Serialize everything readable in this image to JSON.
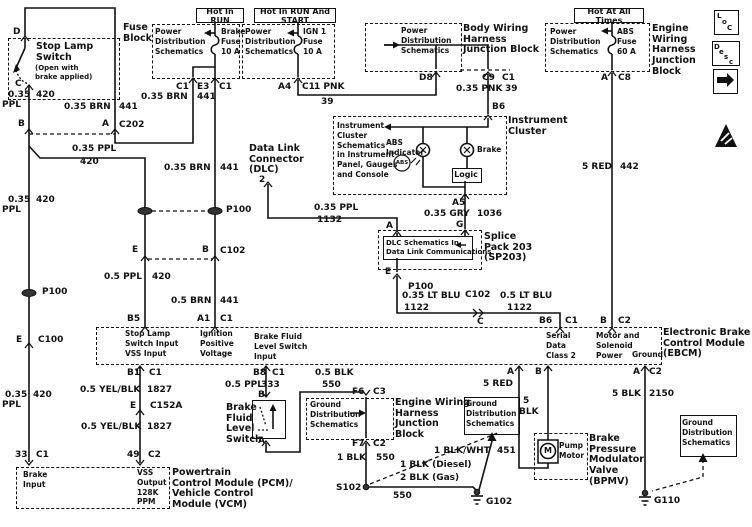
{
  "headers": {
    "run": "Hot In RUN",
    "run_start": "Hot In RUN And START",
    "all_times": "Hot At All Times"
  },
  "components": {
    "fuse_block": "Fuse\nBlock",
    "stop_lamp_switch": "Stop Lamp\nSwitch",
    "stop_lamp_note": "(Open with\nbrake applied)",
    "body_junction": "Body Wiring\nHarness\nJunction Block",
    "engine_junction_top": "Engine\nWiring\nHarness\nJunction\nBlock",
    "instrument_cluster": "Instrument\nCluster",
    "cluster_ref": "Instrument\nCluster\nSchematics\nin Instrument\nPanel, Gauges\nand Console",
    "abs_indicator": "ABS\nIndicator",
    "abs_badge": "ABS",
    "brake_lamp": "Brake",
    "logic": "Logic",
    "dlc": "Data Link\nConnector\n(DLC)",
    "splice_pack": "Splice\nPack 203\n(SP203)",
    "dlc_ref": "DLC Schematics In\nData Link Communications",
    "ebcm": "Electronic Brake\nControl Module\n(EBCM)",
    "pcm": "Powertrain\nControl Module (PCM)/\nVehicle Control\nModule (VCM)",
    "bfls": "Brake\nFluid\nLevel\nSwitch",
    "engine_junction_mid": "Engine Wiring\nHarness\nJunction\nBlock",
    "bpmv": "Brake\nPressure\nModulator\nValve\n(BPMV)",
    "pump_motor": "Pump\nMotor",
    "motor_m": "M",
    "pds": "Power\nDistribution\nSchematics",
    "gds": "Ground\nDistribution\nSchematics",
    "brake_fuse": "Brake\nFuse\n10 A",
    "ign_fuse": "IGN 1\nFuse\n10 A",
    "abs_fuse": "ABS\nFuse\n60 A"
  },
  "ebcm_pins": {
    "stop_lamp": "Stop Lamp\nSwitch Input",
    "vss": "VSS Input",
    "ignition": "Ignition\nPositive\nVoltage",
    "bfls": "Brake Fluid\nLevel Switch\nInput",
    "serial": "Serial\nData\nClass 2",
    "motor": "Motor and\nSolenoid\nPower",
    "ground": "Ground"
  },
  "pcm_pins": {
    "brake": "Brake\nInput",
    "vss": "VSS\nOutput\n128K\nPPM"
  },
  "wire_labels": [
    "0.35",
    "PPL",
    "420",
    "0.35 BRN",
    "441",
    "0.35 BRN",
    "441",
    "0.35 BRN",
    "441",
    "1 PNK",
    "39",
    "0.35 PNK",
    "39",
    "5 RED",
    "442",
    "0.35 PPL",
    "420",
    "0.35",
    "420",
    "PPL",
    "0.35",
    "420",
    "PPL",
    "0.35 PPL",
    "1132",
    "0.35 GRY",
    "1036",
    "0.35 LT BLU",
    "1122",
    "0.5 LT BLU",
    "1122",
    "0.5 PPL",
    "420",
    "0.5 BRN",
    "441",
    "0.5 YEL/BLK",
    "1827",
    "0.5 YEL/BLK",
    "1827",
    "0.5 PPL",
    "333",
    "0.5 BLK",
    "550",
    "1 BLK",
    "550",
    "1 BLK (Diesel)",
    "2 BLK (Gas)",
    "550",
    "1 BLK/WHT",
    "451",
    "5 RED",
    "5",
    "BLK",
    "5 BLK",
    "2150"
  ],
  "terminals": [
    "D",
    "C",
    "B",
    "A",
    "C202",
    "C1",
    "E3",
    "C1",
    "A4",
    "C1",
    "D8",
    "C9",
    "C1",
    "B6",
    "A",
    "C8",
    "P100",
    "E",
    "C100",
    "33",
    "C1",
    "P100",
    "E",
    "B",
    "C102",
    "B5",
    "A1",
    "C1",
    "2",
    "A",
    "A5",
    "G",
    "E",
    "P100",
    "C102",
    "C",
    "B6",
    "C1",
    "B",
    "C2",
    "B1",
    "C1",
    "E",
    "C152A",
    "49",
    "C2",
    "B8",
    "C1",
    "B",
    "A",
    "F6",
    "C3",
    "F7",
    "C2",
    "A",
    "B",
    "A",
    "C2"
  ],
  "grounds": {
    "s102": "S102",
    "g102": "G102",
    "g110": "G110"
  },
  "legend": {
    "loc": [
      "L",
      "o",
      "C"
    ],
    "desc": [
      "D",
      "e",
      "s",
      "c"
    ]
  }
}
